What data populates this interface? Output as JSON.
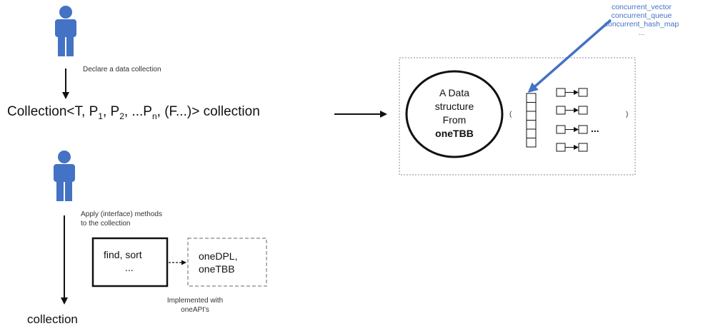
{
  "labels": {
    "declare": "Declare a data collection",
    "signature_prefix": "Collection<T, P",
    "sub1": "1",
    "p2": ", P",
    "sub2": "2",
    "pn_text": ", ...P",
    "subn": "n",
    "signature_suffix": ", (F...)> collection",
    "apply_line1": "Apply (interface) methods",
    "apply_line2": "to the collection",
    "methods_line1": "find, sort",
    "methods_line2": "...",
    "impl_line1": "oneDPL,",
    "impl_line2": "oneTBB",
    "implemented_line1": "Implemented with",
    "implemented_line2": "oneAPI's",
    "result": "collection"
  },
  "data_structure": {
    "line1": "A Data",
    "line2": "structure",
    "line3": "From",
    "line4": "oneTBB",
    "brace_open": "(",
    "brace_close": ")",
    "ellipsis": "..."
  },
  "containers": [
    "concurrent_vector",
    "concurrent_queue",
    "concurrent_hash_map",
    "..."
  ],
  "colors": {
    "person": "#4472c4",
    "arrow_blue": "#4472c4",
    "container_text": "#4472c4"
  },
  "icons": [
    "person-icon",
    "person-icon"
  ]
}
